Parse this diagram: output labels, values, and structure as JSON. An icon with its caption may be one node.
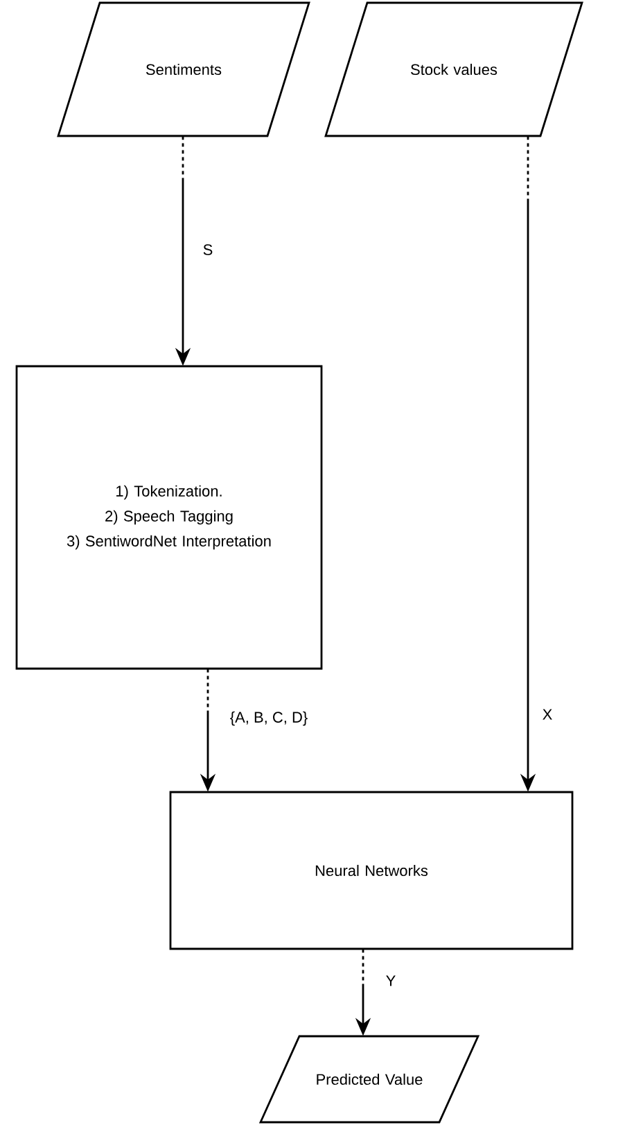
{
  "diagram": {
    "nodes": [
      {
        "text": [
          "Sentiments"
        ]
      },
      {
        "text": [
          "Stock values"
        ]
      },
      {
        "text": [
          "1) Tokenization.",
          "2) Speech Tagging",
          "3) SentiwordNet Interpretation"
        ]
      },
      {
        "text": [
          "Neural Networks"
        ]
      },
      {
        "text": [
          "Predicted Value"
        ]
      }
    ],
    "edges": [
      {
        "from": 0,
        "to": 2,
        "arrow": "to",
        "label": "S"
      },
      {
        "from": 1,
        "to": 3,
        "arrow": "to",
        "label": "X"
      },
      {
        "from": 2,
        "to": 3,
        "arrow": "to",
        "label": "{A, B, C, D}"
      },
      {
        "from": 3,
        "to": 4,
        "arrow": "to",
        "label": "Y"
      }
    ]
  }
}
